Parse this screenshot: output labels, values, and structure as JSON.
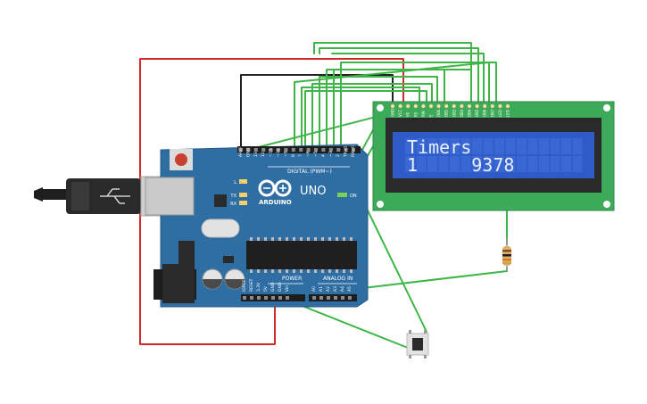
{
  "arduino": {
    "brand": "ARDUINO",
    "model": "UNO",
    "digital_header_label": "DIGITAL (PWM~)",
    "power_label": "POWER",
    "analog_label": "ANALOG IN",
    "on_label": "ON",
    "led_labels": {
      "l": "L",
      "tx": "TX",
      "rx": "RX"
    },
    "top_pins": [
      "AREF",
      "GND",
      "13",
      "12",
      "~11",
      "~10",
      "~9",
      "8",
      "7",
      "~6",
      "~5",
      "4",
      "~3",
      "2",
      "TX→1",
      "RX←0"
    ],
    "bottom_pins": [
      "IOREF",
      "RESET",
      "3.3V",
      "5V",
      "GND",
      "GND",
      "Vin",
      "A0",
      "A1",
      "A2",
      "A3",
      "A4",
      "A5"
    ]
  },
  "lcd": {
    "line1": "Timers",
    "line2": "1     9378",
    "pins": [
      "GND",
      "VCC",
      "V0",
      "RS",
      "RW",
      "E",
      "DB0",
      "DB1",
      "DB2",
      "DB3",
      "DB4",
      "DB5",
      "DB6",
      "DB7",
      "LED",
      "LED"
    ]
  },
  "colors": {
    "board": "#2f6ea3",
    "lcd_pcb": "#3daa5a",
    "lcd_screen": "#2e5bc7",
    "wire_green": "#3fb548",
    "wire_red": "#d22a2a",
    "wire_black": "#222222"
  }
}
